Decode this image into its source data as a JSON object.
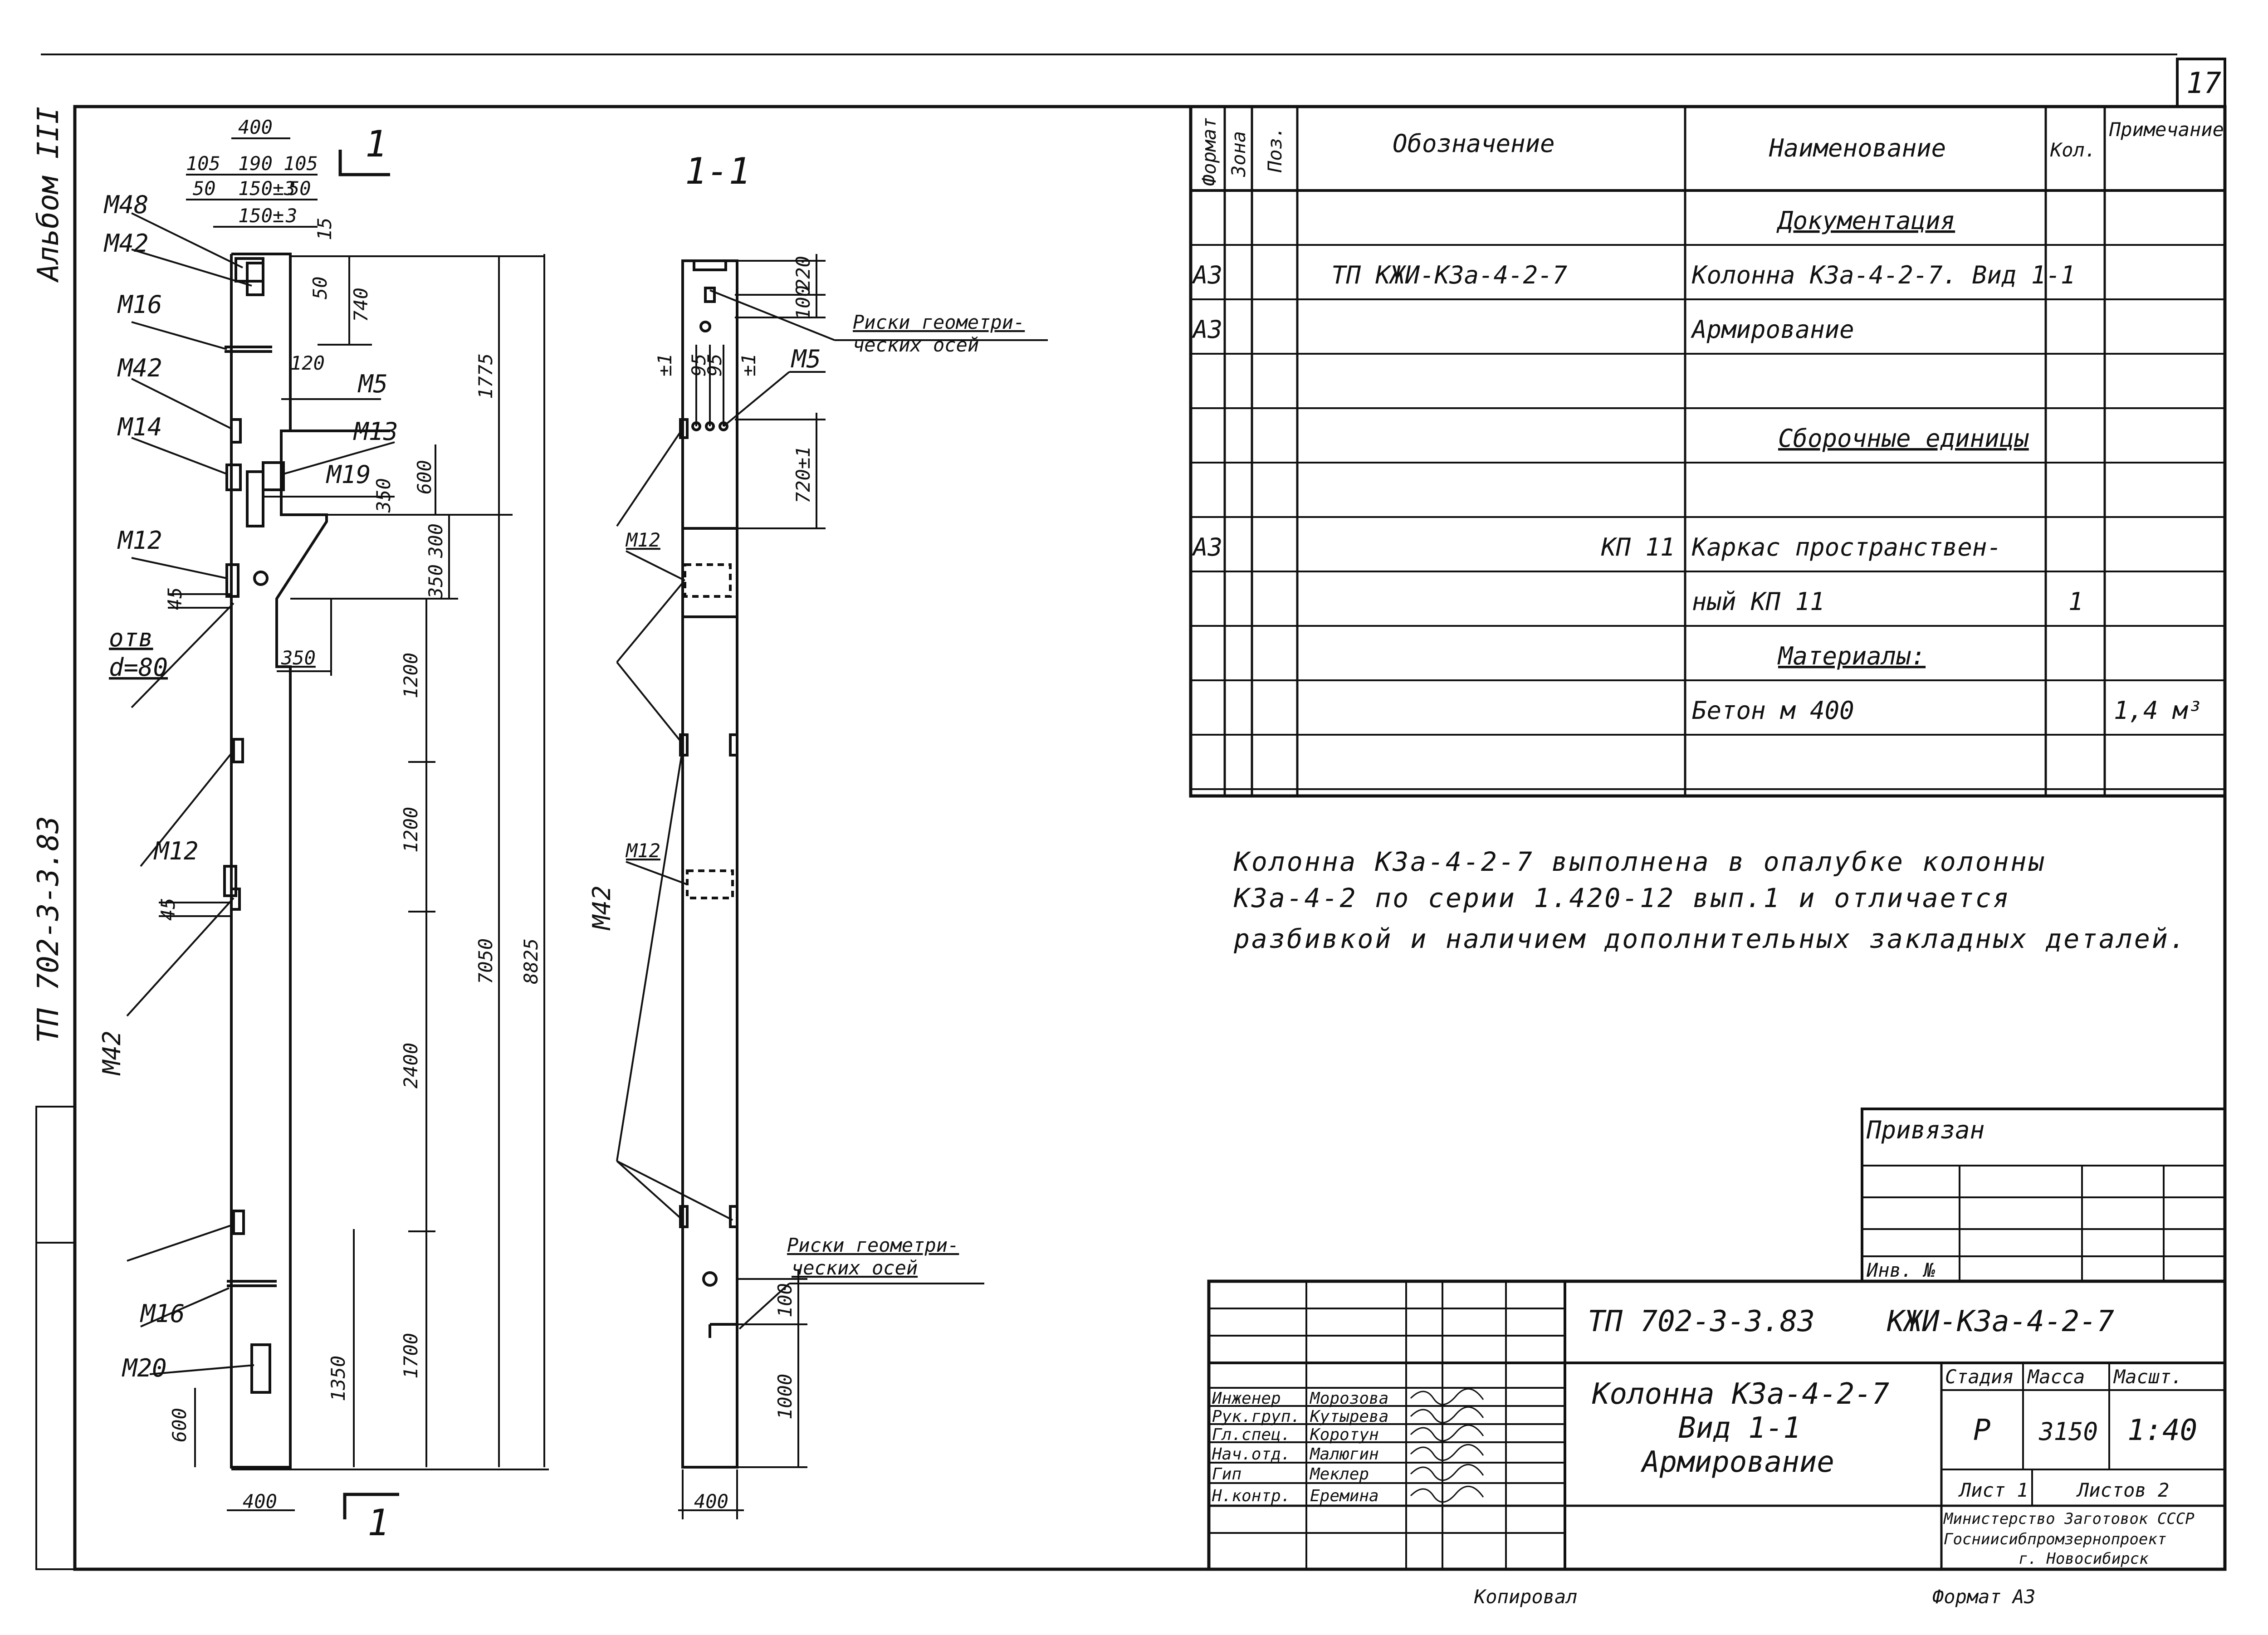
{
  "sheet_number": "17",
  "album_label": "Альбом III",
  "side_code": "ТП 702-3-3.83",
  "spec_table": {
    "headers": {
      "format": "Формат",
      "zone": "Зона",
      "pos": "Поз.",
      "designation": "Обозначение",
      "name": "Наименование",
      "qty": "Кол.",
      "note": "Примечание"
    },
    "rows": [
      {
        "format": "",
        "designation": "",
        "name": "Документация",
        "qty": "",
        "note": "",
        "section": true
      },
      {
        "format": "А3",
        "designation": "ТП      КЖИ-К3а-4-2-7",
        "name": "Колонна К3а-4-2-7. Вид 1-1",
        "qty": "",
        "note": ""
      },
      {
        "format": "А3",
        "designation": "",
        "name": "Армирование",
        "qty": "",
        "note": ""
      },
      {
        "format": "",
        "designation": "",
        "name": "",
        "qty": "",
        "note": ""
      },
      {
        "format": "",
        "designation": "",
        "name": "Сборочные единицы",
        "qty": "",
        "note": "",
        "section": true
      },
      {
        "format": "",
        "designation": "",
        "name": "",
        "qty": "",
        "note": ""
      },
      {
        "format": "А3",
        "designation": "КП 11",
        "name": "Каркас пространствен-",
        "qty": "",
        "note": ""
      },
      {
        "format": "",
        "designation": "",
        "name": "ный  КП 11",
        "qty": "1",
        "note": ""
      },
      {
        "format": "",
        "designation": "",
        "name": "Материалы:",
        "qty": "",
        "note": "",
        "section": true
      },
      {
        "format": "",
        "designation": "",
        "name": "Бетон   м 400",
        "qty": "",
        "note": "1,4 м³"
      },
      {
        "format": "",
        "designation": "",
        "name": "",
        "qty": "",
        "note": ""
      }
    ]
  },
  "note_lines": [
    "Колонна К3а-4-2-7 выполнена в опалубке колонны",
    "К3а-4-2 по серии 1.420-12 вып.1 и отличается",
    "разбивкой и наличием дополнительных закладных деталей."
  ],
  "privyazan": "Привязан",
  "inv_no": "Инв. №",
  "title_block": {
    "code": "ТП  702-3-3.83",
    "doc_code": "КЖИ-К3а-4-2-7",
    "title_lines": [
      "Колонна К3а-4-2-7",
      "Вид 1-1",
      "Армирование"
    ],
    "stage_label": "Стадия",
    "mass_label": "Масса",
    "scale_label": "Масшт.",
    "stage": "Р",
    "mass": "3150",
    "scale": "1:40",
    "sheet_label": "Лист 1",
    "sheets_label": "Листов 2",
    "org_lines": [
      "Министерство Заготовок СССР",
      "Госниисибпромзернопроект",
      "г. Новосибирск"
    ],
    "signatures": [
      {
        "role": "Инженер",
        "name": "Морозова"
      },
      {
        "role": "Рук.груп.",
        "name": "Кутырева"
      },
      {
        "role": "Гл.спец.",
        "name": "Коротун"
      },
      {
        "role": "Нач.отд.",
        "name": "Малюгин"
      },
      {
        "role": "Гип",
        "name": "Меклер"
      },
      {
        "role": "Н.контр.",
        "name": "Еремина"
      }
    ]
  },
  "footer": {
    "copied": "Копировал",
    "format": "Формат  А3"
  },
  "drawing": {
    "view1": {
      "section_mark": "1",
      "width": "400",
      "top_dims": [
        "105",
        "190",
        "105",
        "50",
        "150±3",
        "50",
        "150±",
        "3",
        "15"
      ],
      "labels": [
        "М48",
        "М42",
        "М16",
        "М42",
        "М14",
        "М12",
        "отв",
        "d=80",
        "М12",
        "М42",
        "М16",
        "М20",
        "М5",
        "М13",
        "М19"
      ],
      "dims": [
        "50",
        "740",
        "120",
        "1775",
        "600",
        "350",
        "300",
        "350",
        "350",
        "45",
        "1200",
        "1200",
        "45",
        "7050",
        "8825",
        "2400",
        "1700",
        "1350",
        "600"
      ]
    },
    "view2": {
      "section_title": "1-1",
      "width": "400",
      "labels": [
        "М5",
        "М12",
        "М12",
        "М42",
        "Риски геометри-",
        "ческих осей",
        "Риски геометри-",
        "ческих осей"
      ],
      "dims": [
        "220",
        "100",
        "±1",
        "95",
        "95",
        "±1",
        "720±1",
        "100",
        "1000"
      ]
    }
  }
}
